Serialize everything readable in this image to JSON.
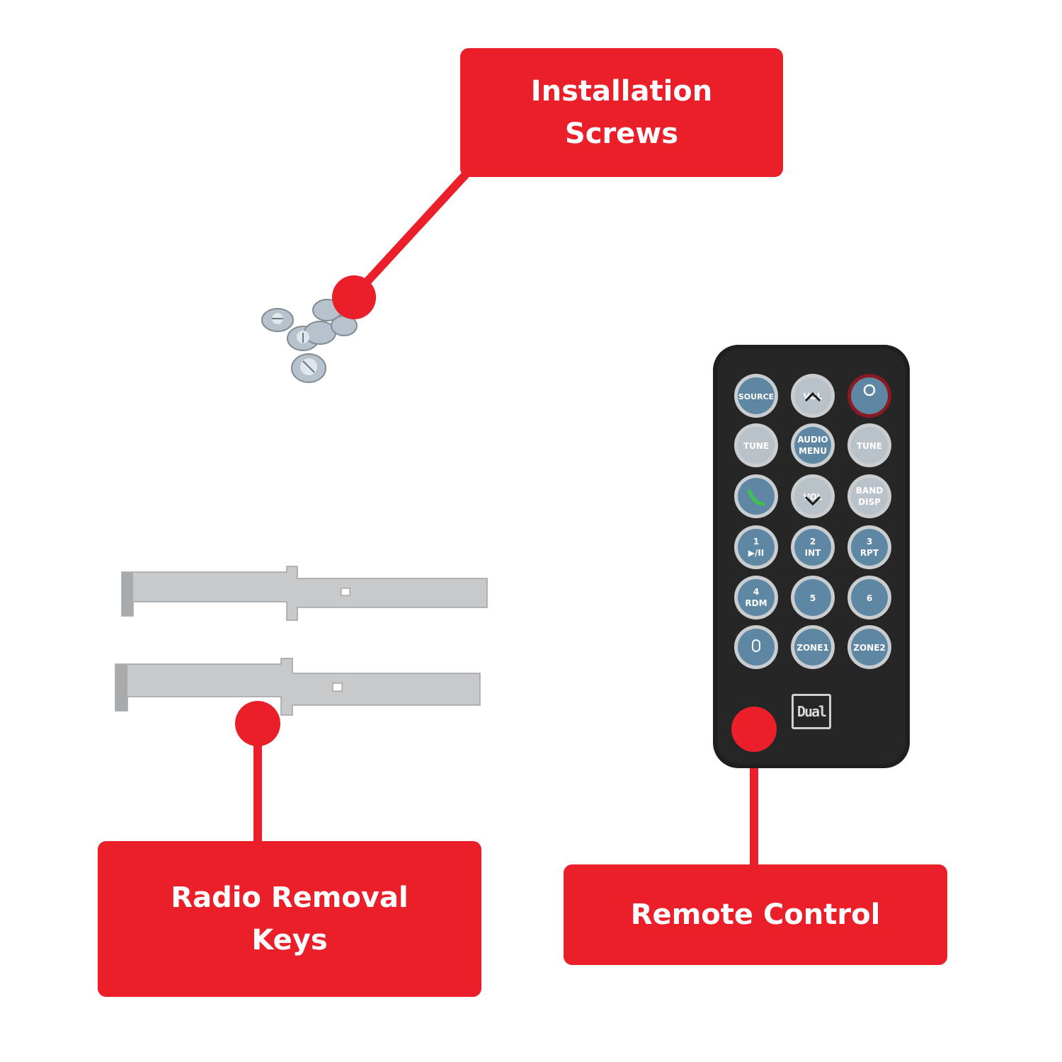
{
  "callouts": {
    "screws": {
      "line1": "Installation",
      "line2": "Screws"
    },
    "keys": {
      "line1": "Radio Removal",
      "line2": "Keys"
    },
    "remote": {
      "line1": "Remote Control"
    }
  },
  "remote": {
    "brand": "Dual",
    "buttons": [
      [
        "SOURCE",
        "VOL",
        ""
      ],
      [
        "TUNE",
        "AUDIO MENU",
        "TUNE"
      ],
      [
        "",
        "VOL",
        "BAND DISP"
      ],
      [
        "1 ▶/II",
        "2 INT",
        "3 RPT"
      ],
      [
        "4 RDM",
        "5",
        "6"
      ],
      [
        "",
        "ZONE1",
        "ZONE2"
      ]
    ]
  },
  "colors": {
    "accent": "#ea1f29",
    "remote_body": "#1f1f1f",
    "button_face": "#5e87a3",
    "button_ring": "#c9cdd0"
  }
}
